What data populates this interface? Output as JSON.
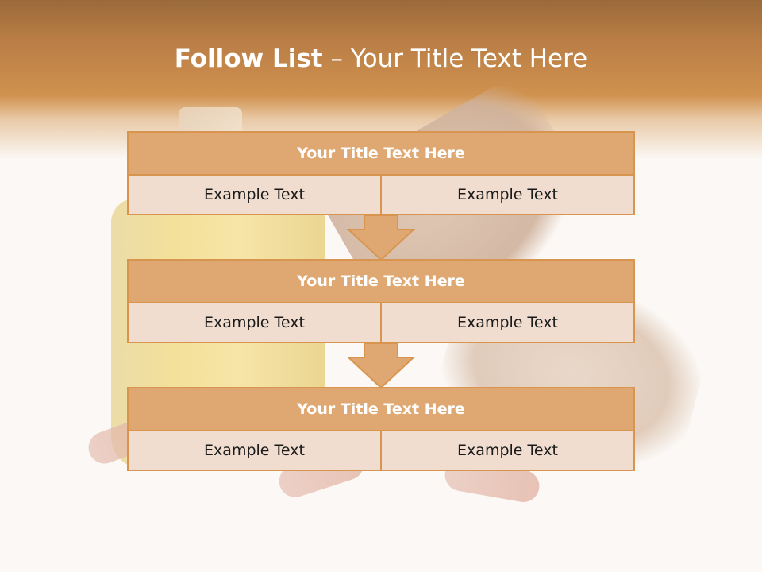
{
  "slide": {
    "title_bold": "Follow List",
    "title_rest": "– Your Title Text Here"
  },
  "blocks": [
    {
      "title": "Your Title Text Here",
      "cells": [
        "Example Text",
        "Example Text"
      ]
    },
    {
      "title": "Your Title Text Here",
      "cells": [
        "Example Text",
        "Example Text"
      ]
    },
    {
      "title": "Your Title Text Here",
      "cells": [
        "Example Text",
        "Example Text"
      ]
    }
  ],
  "colors": {
    "header": "#d0924f",
    "block_title_fill": "#dfa872",
    "block_border": "#d7954f",
    "cell_fill": "#f0ddcf",
    "arrow_fill": "#dfa872"
  }
}
